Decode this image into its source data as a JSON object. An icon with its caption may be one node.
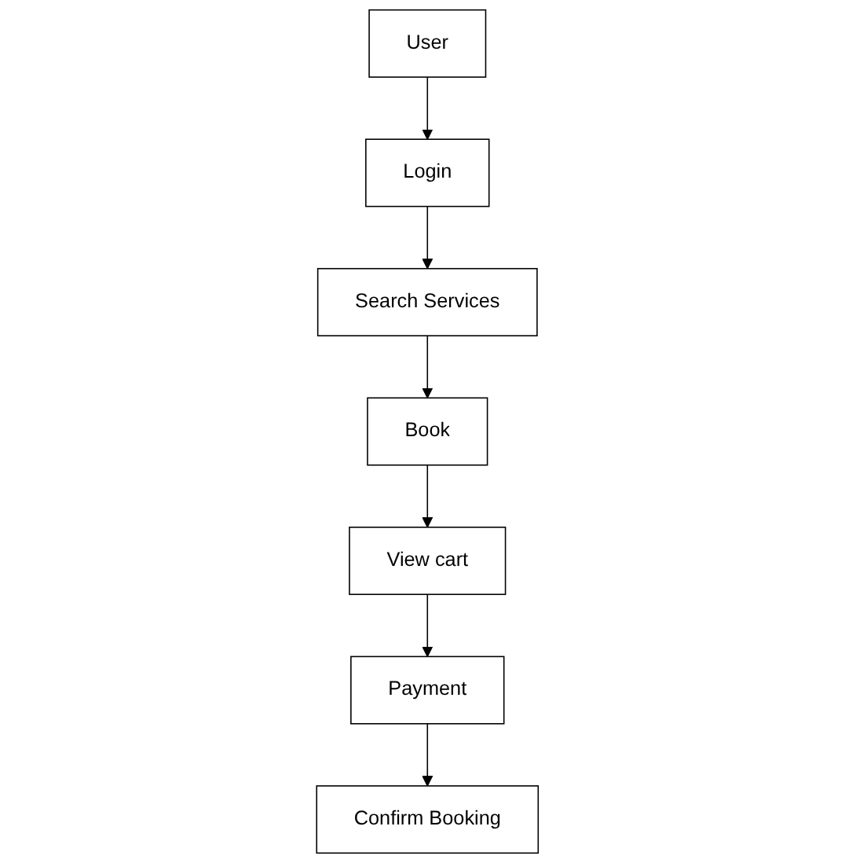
{
  "diagram": {
    "nodes": [
      {
        "text": [
          "User"
        ]
      },
      {
        "text": [
          "Login"
        ]
      },
      {
        "text": [
          "Search Services"
        ]
      },
      {
        "text": [
          "Book"
        ]
      },
      {
        "text": [
          "View cart"
        ]
      },
      {
        "text": [
          "Payment"
        ]
      },
      {
        "text": [
          "Confirm Booking"
        ]
      }
    ],
    "edges": [
      {
        "from": 0,
        "to": 1,
        "arrow": "to"
      },
      {
        "from": 1,
        "to": 2,
        "arrow": "to"
      },
      {
        "from": 2,
        "to": 3,
        "arrow": "to"
      },
      {
        "from": 3,
        "to": 4,
        "arrow": "to"
      },
      {
        "from": 4,
        "to": 5,
        "arrow": "to"
      },
      {
        "from": 5,
        "to": 6,
        "arrow": "to"
      }
    ]
  }
}
